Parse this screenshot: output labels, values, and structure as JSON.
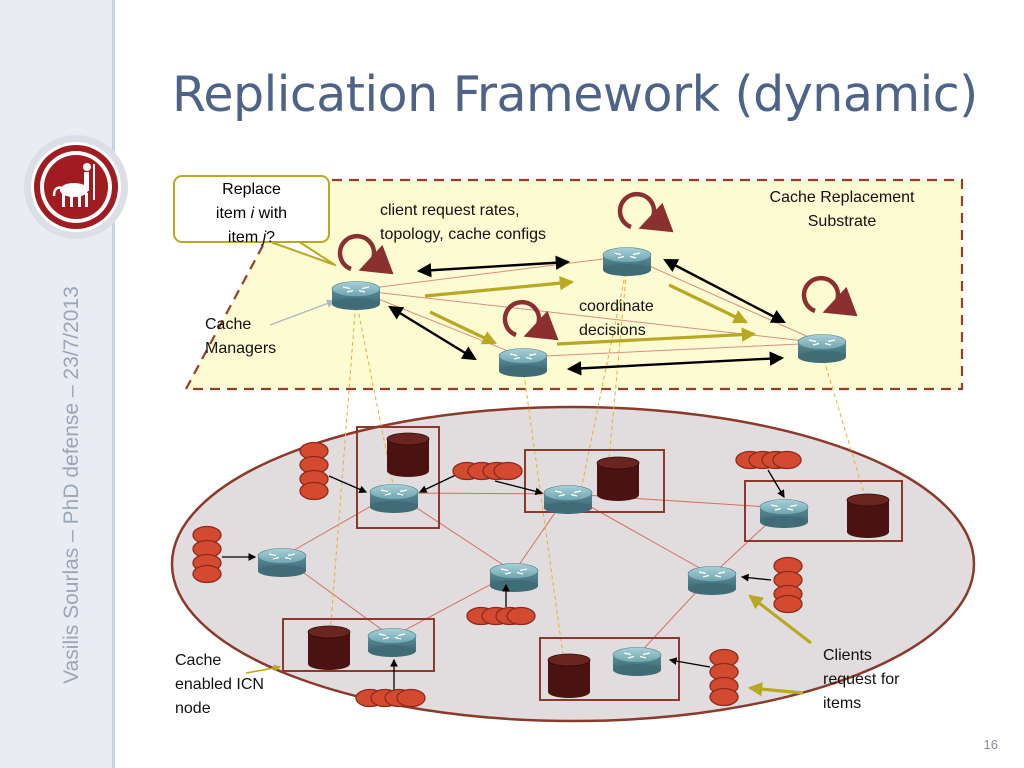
{
  "slide": {
    "title": "Replication Framework (dynamic)",
    "side_text": "Vasilis Sourlas – PhD defense – 23/7/2013",
    "page_number": "16"
  },
  "callout": {
    "line1": "Replace",
    "line2_a": "item ",
    "line2_i": "i",
    "line2_b": " with",
    "line3_a": "item ",
    "line3_j": "j",
    "line3_b": "?"
  },
  "labels": {
    "client_request": "client request rates,",
    "topology": "topology, cache configs",
    "cache_replacement_1": "Cache Replacement",
    "cache_replacement_2": "Substrate",
    "coordinate_1": "coordinate",
    "coordinate_2": "decisions",
    "cache_managers_1": "Cache",
    "cache_managers_2": "Managers",
    "cache_enabled_1": "Cache",
    "cache_enabled_2": "enabled ICN",
    "cache_enabled_3": "node",
    "clients_1": "Clients",
    "clients_2": "request for",
    "clients_3": "items"
  },
  "colors": {
    "title": "#4f6389",
    "substrate_fill": "#fdfbd2",
    "substrate_border": "#943f2c",
    "ellipse_fill": "#e1dcde",
    "ellipse_border": "#8a3a2c",
    "router": "#5a8e99",
    "cache_cylinder": "#4a1210",
    "client": "#d44a30",
    "yellow_arrow": "#b9a822"
  }
}
